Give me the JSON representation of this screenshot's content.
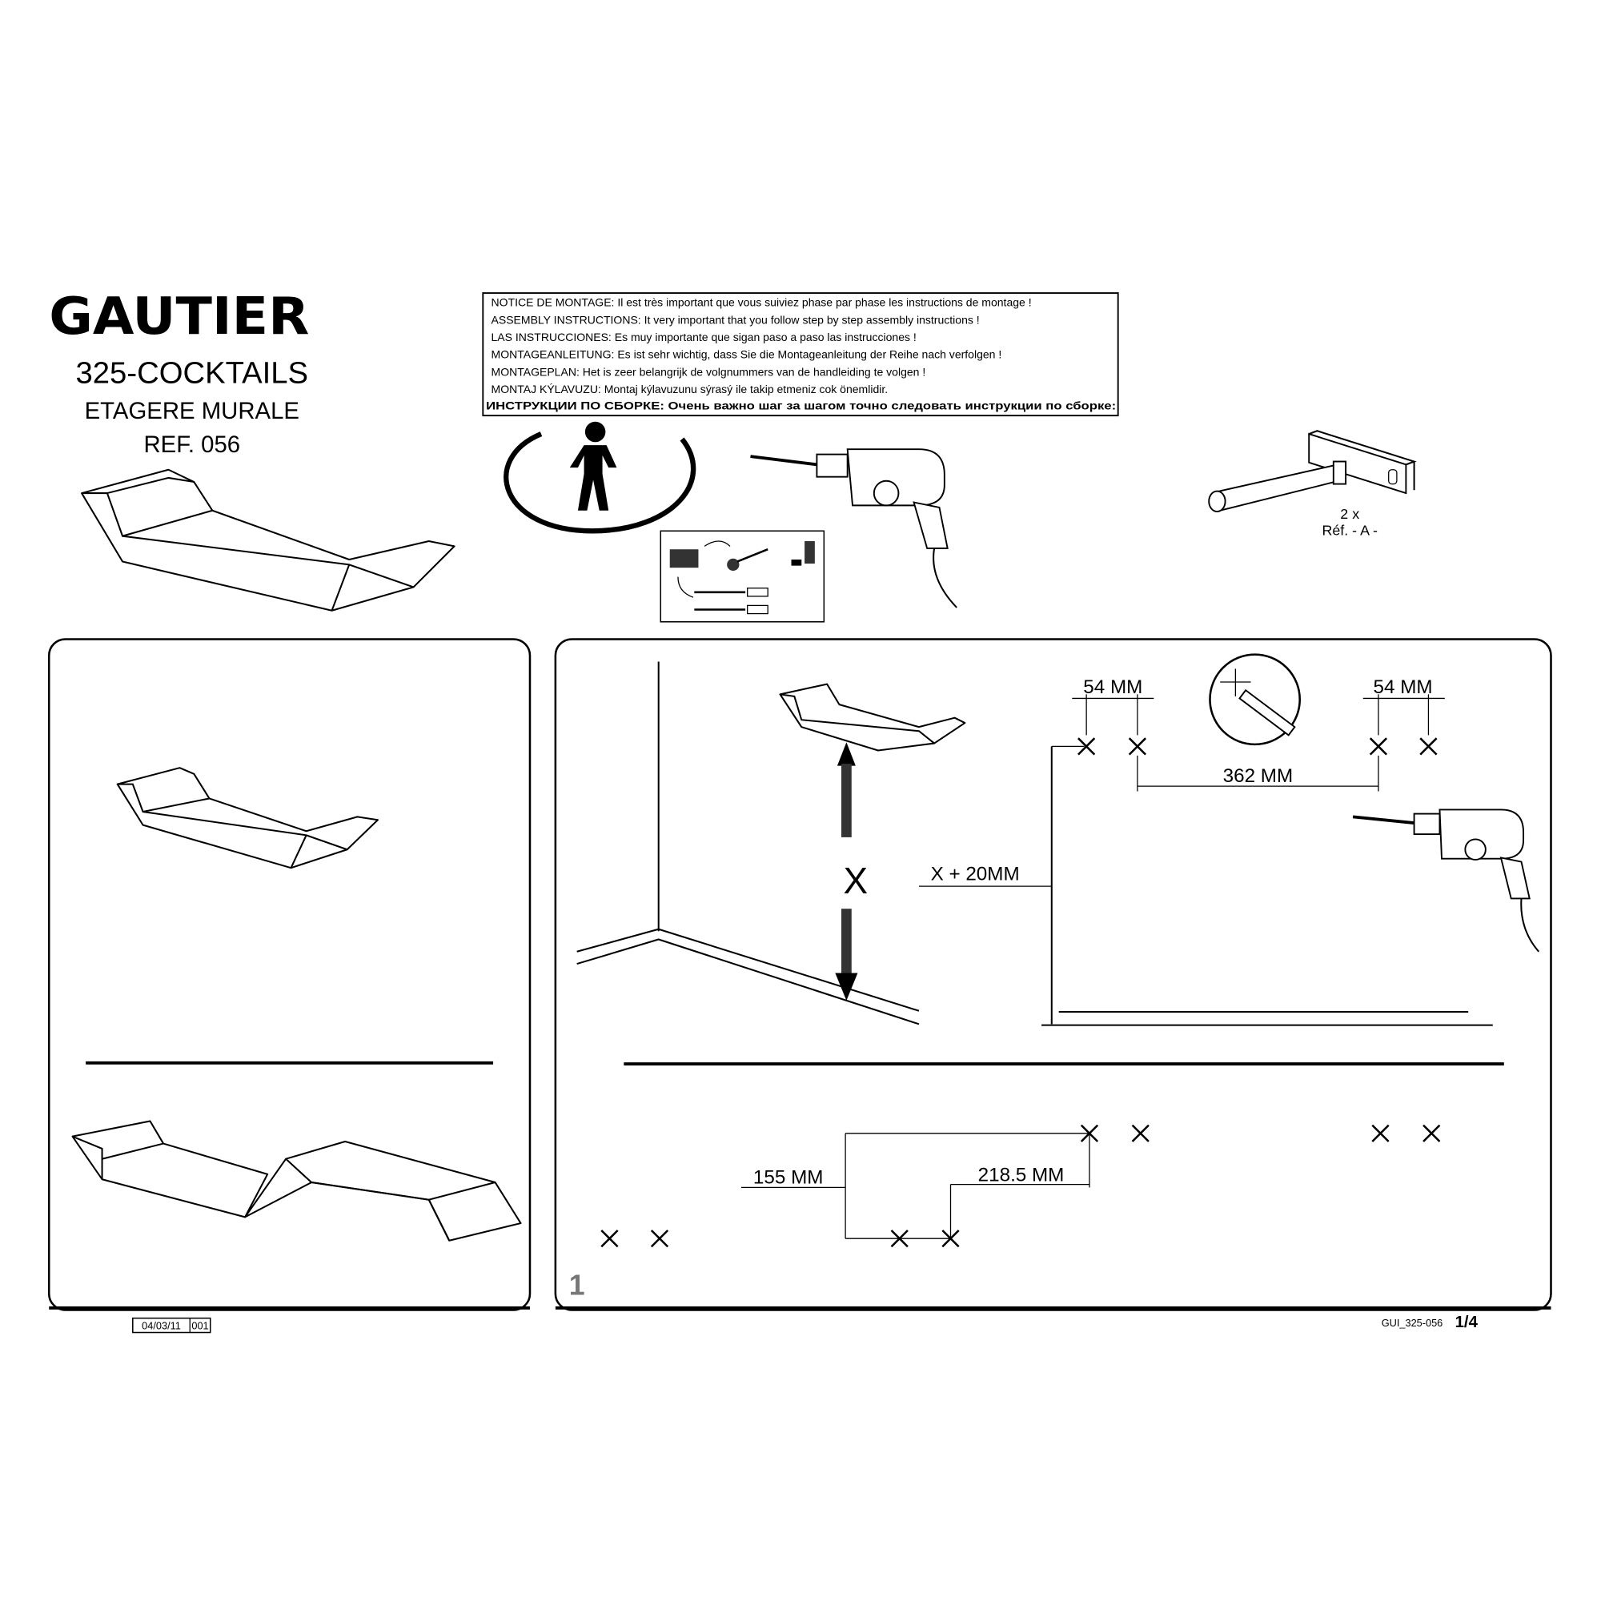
{
  "header": {
    "brand": "GAUTIER",
    "product": "325-COCKTAILS",
    "subtitle": "ETAGERE MURALE",
    "ref": "REF. 056"
  },
  "notice": {
    "lines": [
      "NOTICE DE MONTAGE: Il est très important que vous suiviez phase par phase les instructions de montage !",
      "ASSEMBLY INSTRUCTIONS: It very important that you follow step by step assembly instructions !",
      "LAS INSTRUCCIONES: Es muy importante que sigan paso a paso las instrucciones !",
      "MONTAGEANLEITUNG: Es ist sehr wichtig, dass Sie die Montageanleitung der Reihe nach verfolgen !",
      "MONTAGEPLAN: Het is zeer belangrijk de volgnummers van de handleiding te volgen !",
      "MONTAJ KÝLAVUZU: Montaj kýlavuzunu sýrasý ile takip etmeniz cok önemlidir.",
      "ИНСТРУКЦИИ ПО СБОРКЕ: Очень важно шаг за шагом точно следовать инструкции по сборке:"
    ]
  },
  "parts": {
    "quantity": "2 x",
    "ref": "Réf. - A -"
  },
  "step": {
    "number": "1",
    "x_label": "X",
    "height_label": "X + 20MM",
    "offset_left": "54 MM",
    "offset_right": "54 MM",
    "spacing": "362 MM",
    "vertical_offset": "155 MM",
    "horizontal_offset": "218.5 MM"
  },
  "footer": {
    "date": "04/03/11",
    "revision": "001",
    "doc_code": "GUI_325-056",
    "page": "1/4"
  }
}
